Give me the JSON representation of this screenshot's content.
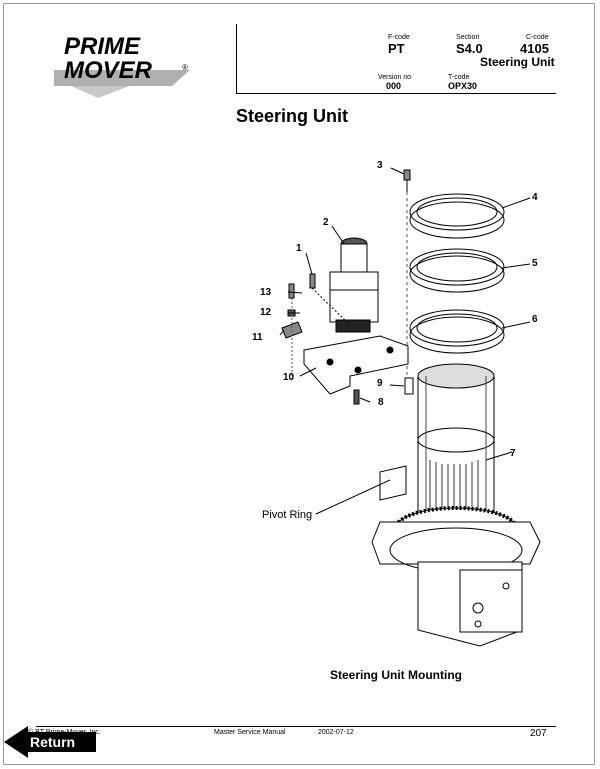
{
  "logo": {
    "line1": "PRIME",
    "line2": "MOVER",
    "reg": "®"
  },
  "header": {
    "fcode_label": "F-code",
    "fcode": "PT",
    "section_label": "Section",
    "section": "S4.0",
    "ccode_label": "C-code",
    "ccode": "4105",
    "subject": "Steering Unit",
    "version_label": "Version no",
    "version": "000",
    "tcode_label": "T-code",
    "tcode": "OPX30"
  },
  "title": "Steering Unit",
  "callouts": {
    "n1": "1",
    "n2": "2",
    "n3": "3",
    "n4": "4",
    "n5": "5",
    "n6": "6",
    "n7": "7",
    "n8": "8",
    "n9": "9",
    "n10": "10",
    "n11": "11",
    "n12": "12",
    "n13": "13",
    "pivot": "Pivot Ring"
  },
  "caption": "Steering Unit Mounting",
  "footer": {
    "copyright": "© BT Prime-Mover, Inc.",
    "manual": "Master Service Manual",
    "date": "2002-07-12",
    "page": "207"
  },
  "return_label": "Return"
}
